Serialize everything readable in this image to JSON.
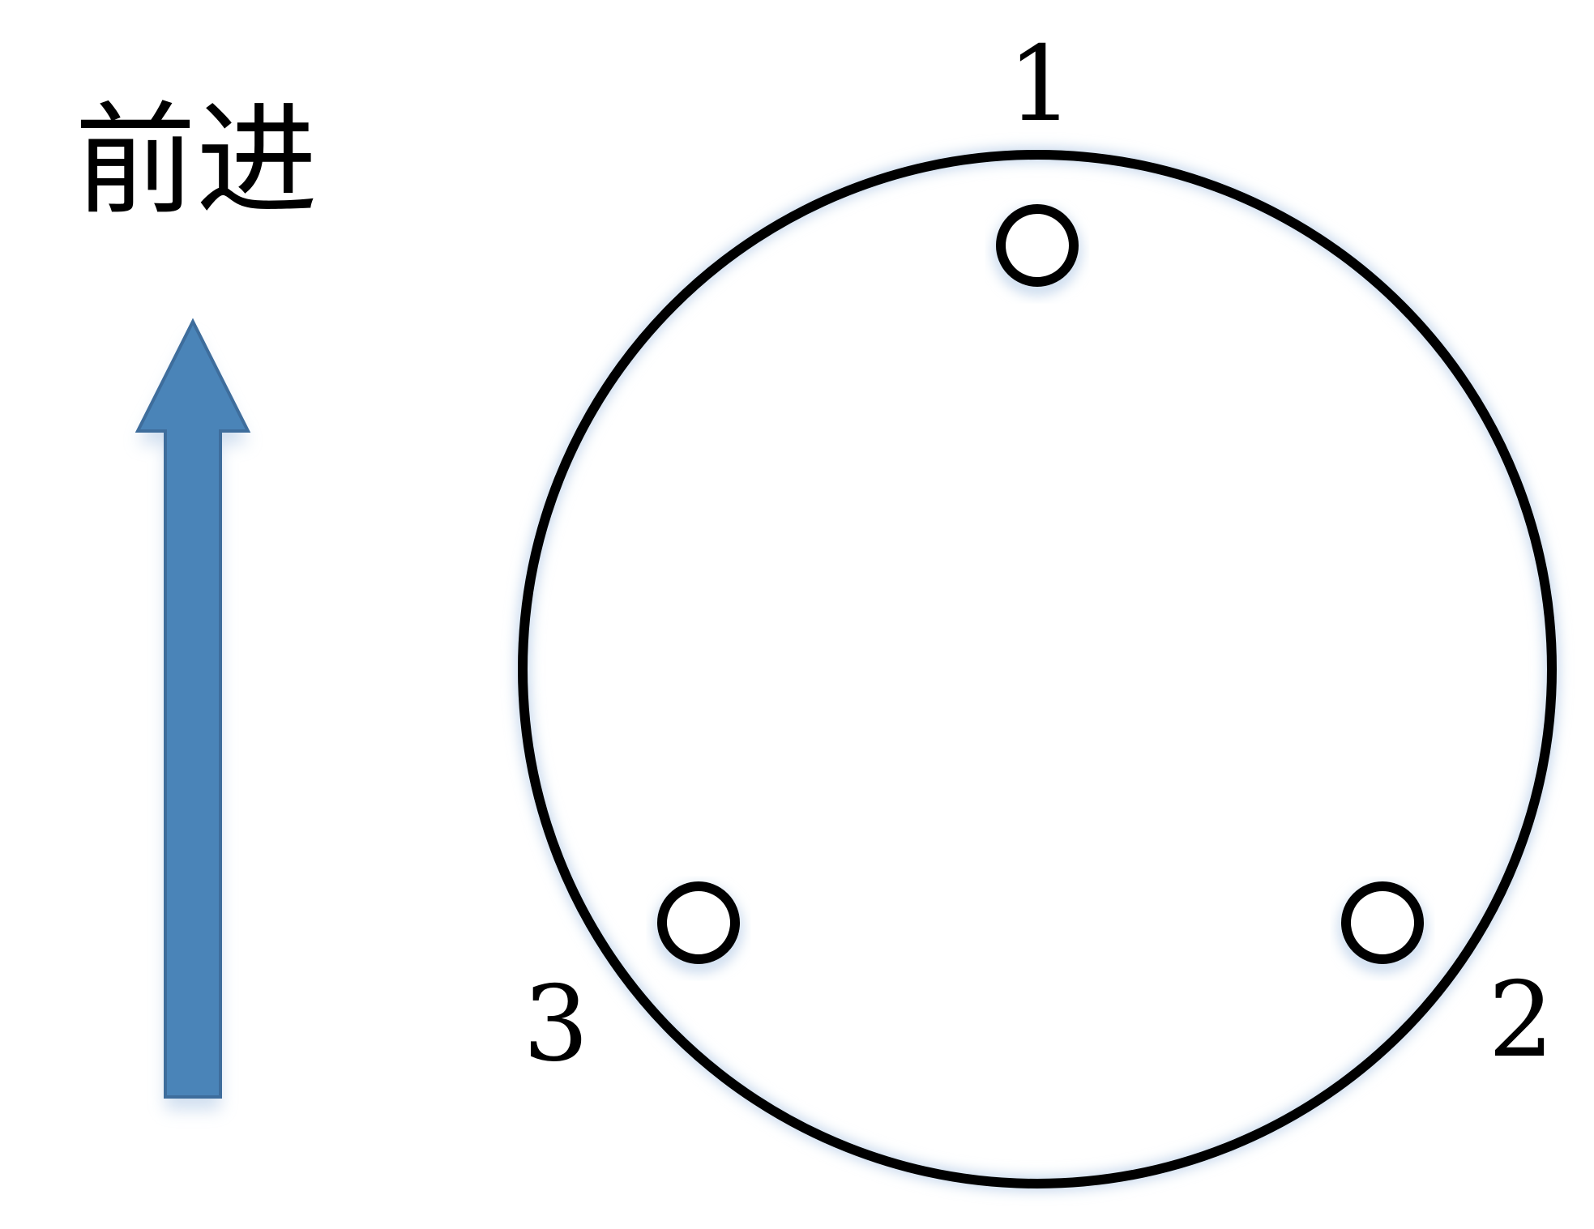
{
  "direction": {
    "label": "前进",
    "arrow_color": "#4a84b8",
    "arrow_stroke": "#3e6d9c",
    "pointing": "up"
  },
  "wheels": [
    {
      "label": "1"
    },
    {
      "label": "2"
    },
    {
      "label": "3"
    }
  ],
  "colors": {
    "outline": "#000000",
    "glow": "#c5d7ec",
    "background": "#ffffff"
  }
}
